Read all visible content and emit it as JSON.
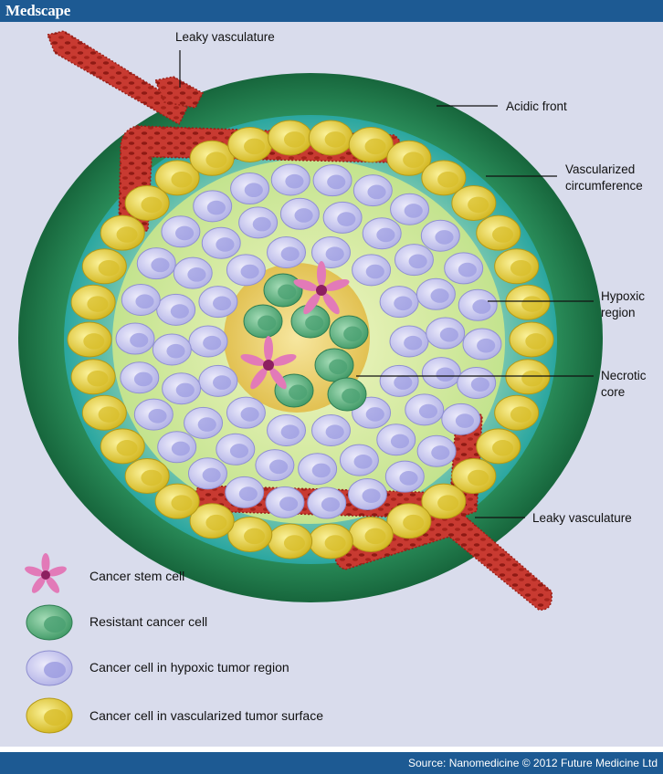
{
  "header": {
    "brand": "Medscape"
  },
  "labels": {
    "leaky_top": "Leaky vasculature",
    "acidic": "Acidic front",
    "vasc_1": "Vascularized",
    "vasc_2": "circumference",
    "hypoxic_1": "Hypoxic",
    "hypoxic_2": "region",
    "necrotic_1": "Necrotic",
    "necrotic_2": "core",
    "leaky_bottom": "Leaky vasculature"
  },
  "legend": {
    "stem": "Cancer stem cell",
    "resistant": "Resistant cancer cell",
    "hypoxic": "Cancer cell in hypoxic tumor region",
    "vascular": "Cancer cell in vascularized tumor surface"
  },
  "colors": {
    "outer_ring": "#1f7a4a",
    "teal_ring": "#2aa6a0",
    "vessel": "#c0342c",
    "yellow_cell": "#e8d23a",
    "purple_cell": "#b8b8ec",
    "green_cell": "#4caa74",
    "stem_cell": "#e27ab8",
    "core": "#f1d67a"
  },
  "footer": {
    "source": "Source: Nanomedicine © 2012 Future Medicine Ltd"
  }
}
